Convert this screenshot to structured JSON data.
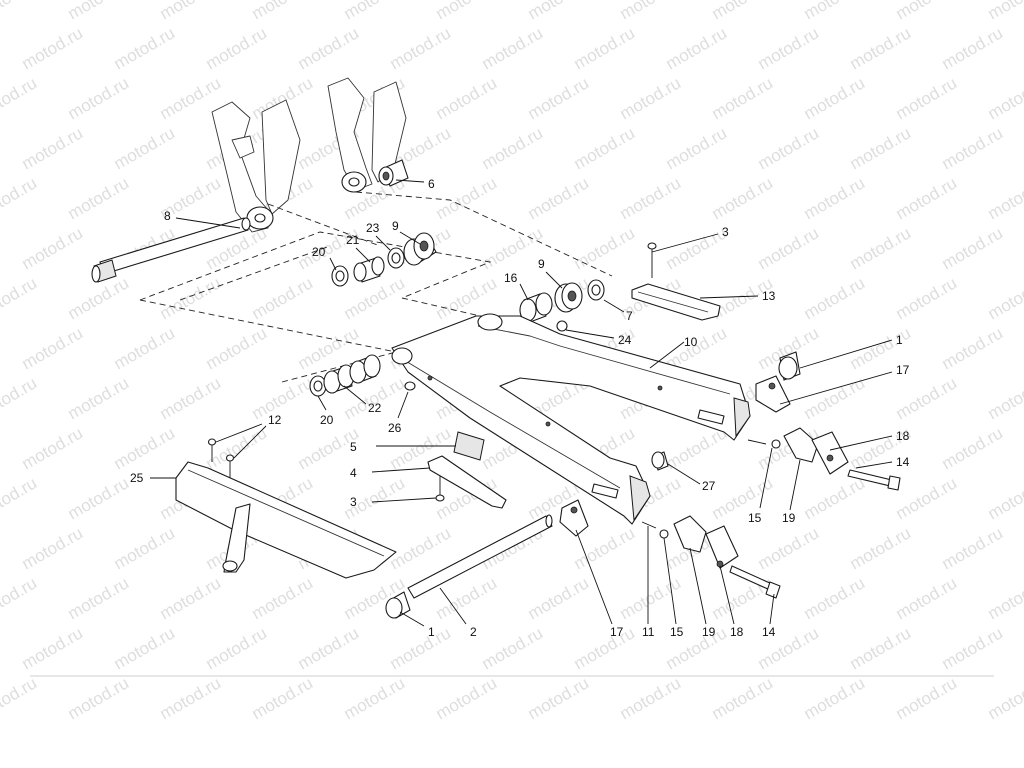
{
  "watermark": "motod.ru",
  "callouts": {
    "c1a": "1",
    "c1b": "1",
    "c2": "2",
    "c3a": "3",
    "c3b": "3",
    "c4": "4",
    "c5": "5",
    "c6": "6",
    "c7": "7",
    "c8": "8",
    "c9a": "9",
    "c9b": "9",
    "c10": "10",
    "c11": "11",
    "c12": "12",
    "c13": "13",
    "c14a": "14",
    "c14b": "14",
    "c15a": "15",
    "c15b": "15",
    "c16": "16",
    "c17a": "17",
    "c17b": "17",
    "c18a": "18",
    "c18b": "18",
    "c19a": "19",
    "c19b": "19",
    "c20a": "20",
    "c20b": "20",
    "c21": "21",
    "c22": "22",
    "c23": "23",
    "c24": "24",
    "c25": "25",
    "c26": "26",
    "c27": "27"
  }
}
